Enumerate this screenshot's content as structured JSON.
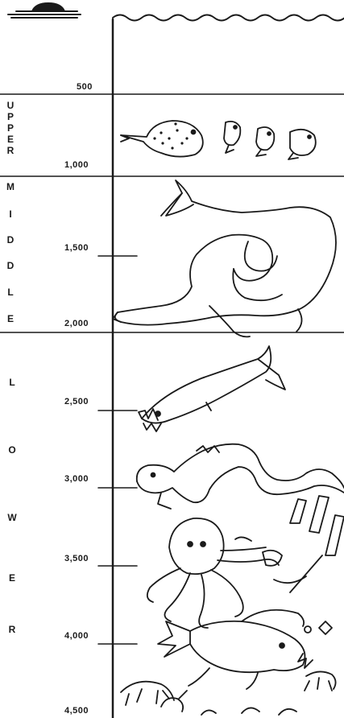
{
  "depth_labels": [
    "500",
    "1,000",
    "1,500",
    "2,000",
    "2,500",
    "3,000",
    "3,500",
    "4,000",
    "4,500"
  ],
  "zones": {
    "upper": [
      "U",
      "P",
      "P",
      "E",
      "R"
    ],
    "middle": [
      "M",
      "I",
      "D",
      "D",
      "L",
      "E"
    ],
    "lower": [
      "L",
      "O",
      "W",
      "E",
      "R"
    ]
  },
  "creatures": [
    "boat-icon",
    "boxfish-illustration",
    "small-fish-illustration",
    "gulper-eel-illustration",
    "viperfish-illustration",
    "eel-illustration",
    "octopus-illustration",
    "anglerfish-illustration",
    "sea-floor-creatures-illustration"
  ],
  "colors": {
    "ink": "#1a1a1a",
    "paper": "#ffffff"
  }
}
